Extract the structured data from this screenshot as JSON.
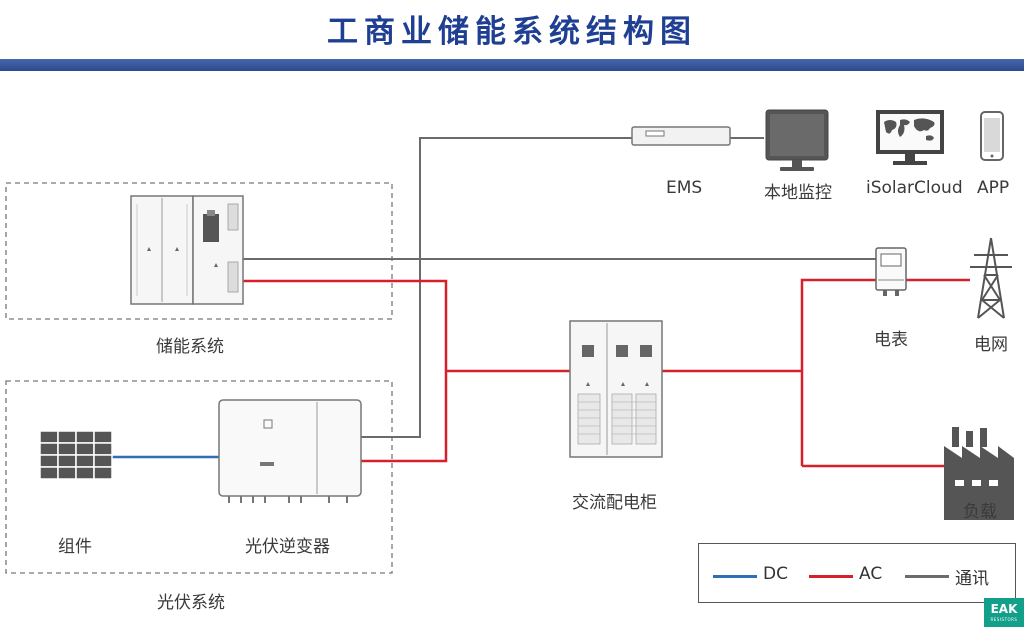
{
  "title": "工商业储能系统结构图",
  "labels": {
    "ems": "EMS",
    "local_monitor": "本地监控",
    "isolarcloud": "iSolarCloud",
    "app": "APP",
    "storage_system": "储能系统",
    "meter": "电表",
    "grid": "电网",
    "ac_cabinet": "交流配电柜",
    "load": "负载",
    "pv_module": "组件",
    "pv_inverter": "光伏逆变器",
    "pv_system": "光伏系统"
  },
  "legend": {
    "dc": "DC",
    "ac": "AC",
    "comm": "通讯"
  },
  "colors": {
    "dc": "#2e6fb6",
    "ac": "#d6202b",
    "comm": "#6b6b6b",
    "title": "#1f3f93",
    "title_bar": "#3b5a9c"
  },
  "logo": {
    "text": "EAK",
    "subtext": "RESISTORS"
  }
}
